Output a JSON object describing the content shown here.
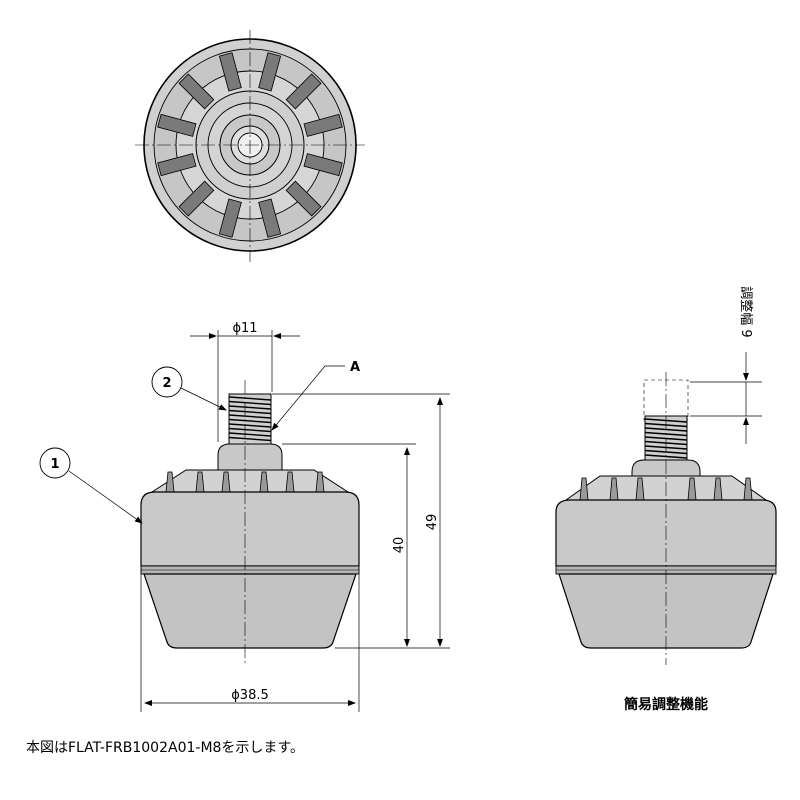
{
  "dimensions": {
    "stud_diameter": "ϕ11",
    "height_total": "49",
    "height_body": "40",
    "base_diameter": "ϕ38.5",
    "adjust_range": "調整幅 9"
  },
  "callouts": {
    "body": "1",
    "stud": "2",
    "point_a": "A"
  },
  "captions": {
    "adjust_function": "簡易調整機能",
    "note": "本図はFLAT-FRB1002A01-M8を示します。"
  }
}
